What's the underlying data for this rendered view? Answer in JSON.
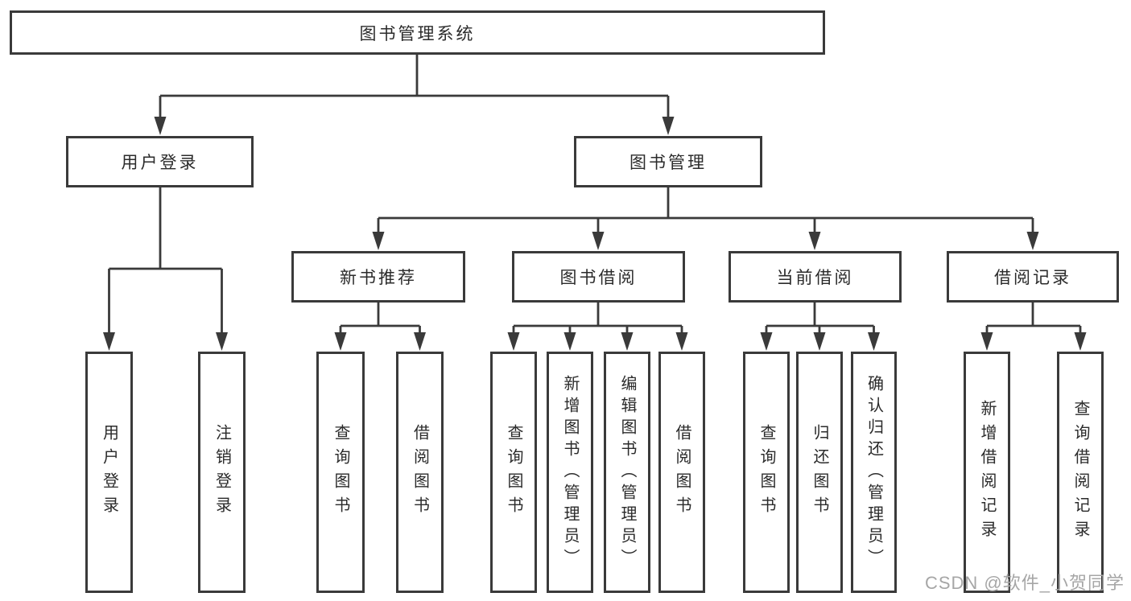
{
  "diagram_title": "图书管理系统",
  "nodes": {
    "root": "图书管理系统",
    "user_login": "用户登录",
    "book_mgmt": "图书管理",
    "new_book_rec": "新书推荐",
    "book_borrow": "图书借阅",
    "current_borrow": "当前借阅",
    "borrow_records": "借阅记录",
    "leaf_user_login": "用户登录",
    "leaf_logout": "注销登录",
    "leaf_query_book_rec": "查询图书",
    "leaf_borrow_book_rec": "借阅图书",
    "leaf_query_book_borrow": "查询图书",
    "leaf_add_book_admin": "新增图书（管理员）",
    "leaf_edit_book_admin": "编辑图书（管理员）",
    "leaf_borrow_book_borrow": "借阅图书",
    "leaf_query_book_current": "查询图书",
    "leaf_return_book": "归还图书",
    "leaf_confirm_return_admin": "确认归还（管理员）",
    "leaf_add_borrow_record": "新增借阅记录",
    "leaf_query_borrow_record": "查询借阅记录"
  },
  "hierarchy": {
    "root": "图书管理系统",
    "children": [
      {
        "label": "用户登录",
        "children": [
          "用户登录",
          "注销登录"
        ]
      },
      {
        "label": "图书管理",
        "children": [
          {
            "label": "新书推荐",
            "children": [
              "查询图书",
              "借阅图书"
            ]
          },
          {
            "label": "图书借阅",
            "children": [
              "查询图书",
              "新增图书（管理员）",
              "编辑图书（管理员）",
              "借阅图书"
            ]
          },
          {
            "label": "当前借阅",
            "children": [
              "查询图书",
              "归还图书",
              "确认归还（管理员）"
            ]
          },
          {
            "label": "借阅记录",
            "children": [
              "新增借阅记录",
              "查询借阅记录"
            ]
          }
        ]
      }
    ]
  },
  "watermark": "CSDN @软件_小贺同学",
  "colors": {
    "line": "#3a3a3a",
    "box_border": "#3a3a3a",
    "text": "#2b2b2b",
    "watermark": "#a6a6a6",
    "background": "#ffffff"
  }
}
